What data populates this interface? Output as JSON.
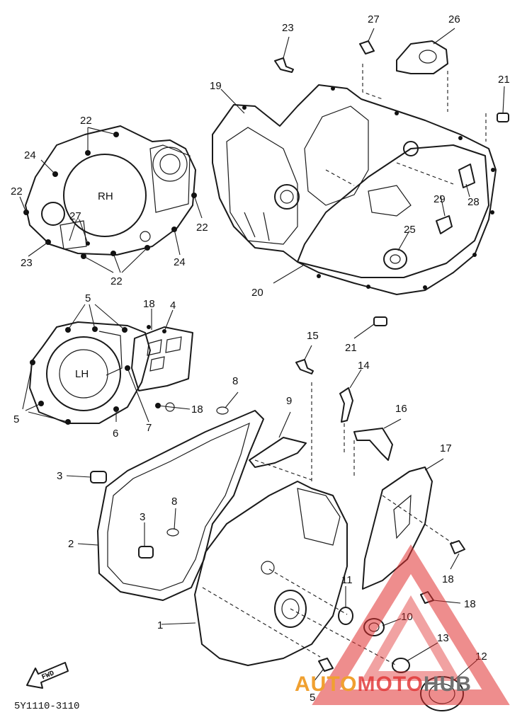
{
  "diagram": {
    "reference_code": "5Y1110-3110",
    "fwd_label": "FWD",
    "rh_cover_label": "RH",
    "lh_cover_label": "LH",
    "callouts": {
      "c1": "1",
      "c2": "2",
      "c3a": "3",
      "c3b": "3",
      "c4": "4",
      "c5a": "5",
      "c5b": "5",
      "c5c": "5",
      "c6": "6",
      "c7": "7",
      "c8a": "8",
      "c8b": "8",
      "c9": "9",
      "c10": "10",
      "c11": "11",
      "c12": "12",
      "c13": "13",
      "c14": "14",
      "c15": "15",
      "c16": "16",
      "c17": "17",
      "c18a": "18",
      "c18b": "18",
      "c18c": "18",
      "c18d": "18",
      "c19": "19",
      "c20": "20",
      "c21a": "21",
      "c21b": "21",
      "c22a": "22",
      "c22b": "22",
      "c22c": "22",
      "c22d": "22",
      "c23a": "23",
      "c23b": "23",
      "c24a": "24",
      "c24b": "24",
      "c25": "25",
      "c26": "26",
      "c27a": "27",
      "c27b": "27",
      "c28": "28",
      "c29": "29"
    }
  },
  "watermark": {
    "text_part1": "AUTO",
    "text_part2": "MOTO",
    "text_part3": "HUB",
    "colors": {
      "orange": "#f0a030",
      "red": "#e03030",
      "grey": "#707070"
    }
  }
}
